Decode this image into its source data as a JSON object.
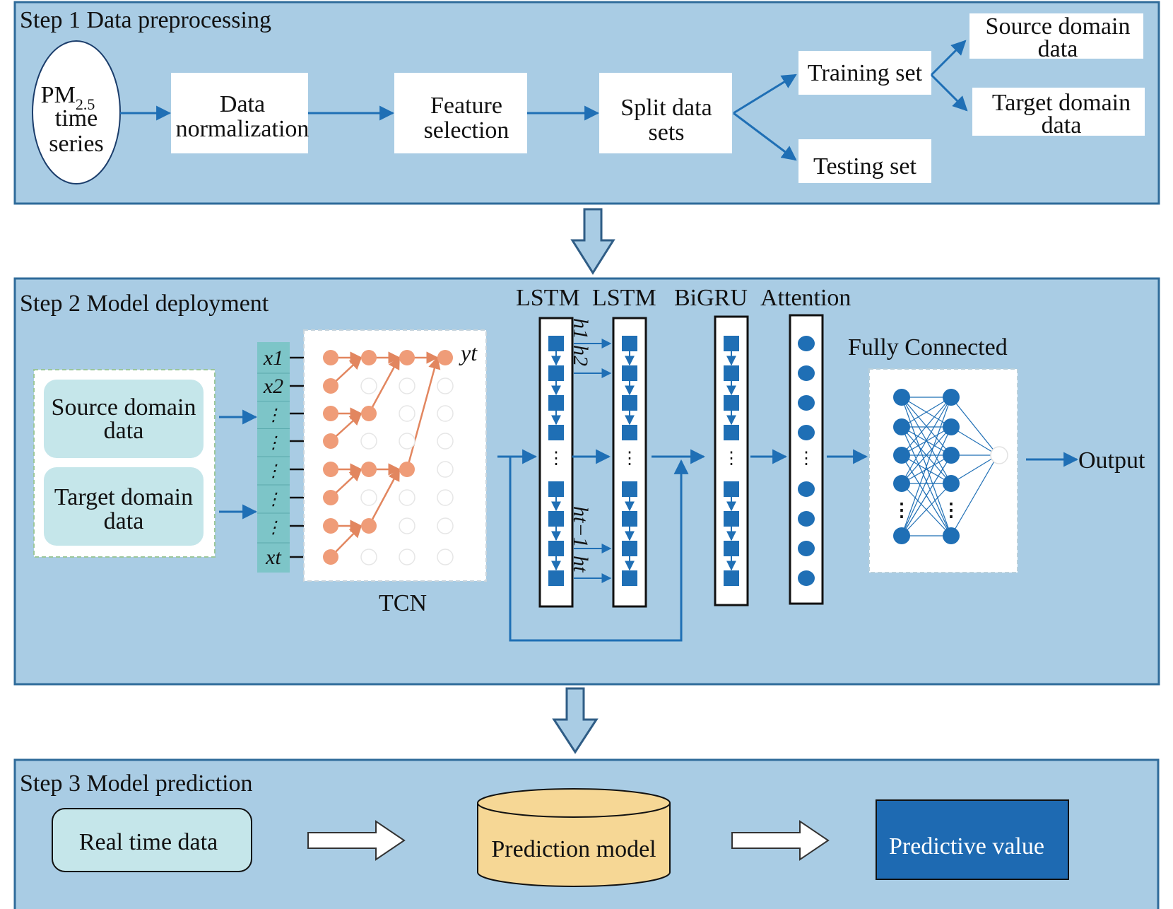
{
  "step1": {
    "title": "Step 1 Data preprocessing",
    "input": {
      "pm": "PM",
      "sub": "2.5",
      "line2": "time",
      "line3": "series"
    },
    "normalization": [
      "Data",
      "normalization"
    ],
    "feature": [
      "Feature",
      "selection"
    ],
    "split": [
      "Split data",
      "sets"
    ],
    "training": "Training set",
    "testing": "Testing set",
    "source": [
      "Source domain",
      "data"
    ],
    "target": [
      "Target domain",
      "data"
    ]
  },
  "step2": {
    "title": "Step 2 Model deployment",
    "source": [
      "Source domain",
      "data"
    ],
    "target": [
      "Target domain",
      "data"
    ],
    "inputs": [
      "x1",
      "x2",
      "⋮",
      "⋮",
      "⋮",
      "⋮",
      "⋮",
      "xt"
    ],
    "output_label": "yt",
    "tcn_label": "TCN",
    "layer_labels": [
      "LSTM",
      "LSTM",
      "BiGRU",
      "Attention"
    ],
    "fully_connected": "Fully Connected",
    "hidden": [
      "h1",
      "h2",
      "ht−1",
      "ht"
    ],
    "output": "Output"
  },
  "step3": {
    "title": "Step 3 Model prediction",
    "realtime": "Real time data",
    "model": "Prediction model",
    "value": "Predictive value"
  },
  "colors": {
    "panel_bg": "#a9cce4",
    "panel_border": "#2f6b9a",
    "arrow_blue": "#1f6fb5",
    "block_blue": "#1f6fb5",
    "tcn_node": "#ef9c78",
    "domain_box": "#c5e6ea",
    "input_strip": "#7dc5c8",
    "model_fill": "#f6d795",
    "value_fill": "#1e6ab2"
  }
}
